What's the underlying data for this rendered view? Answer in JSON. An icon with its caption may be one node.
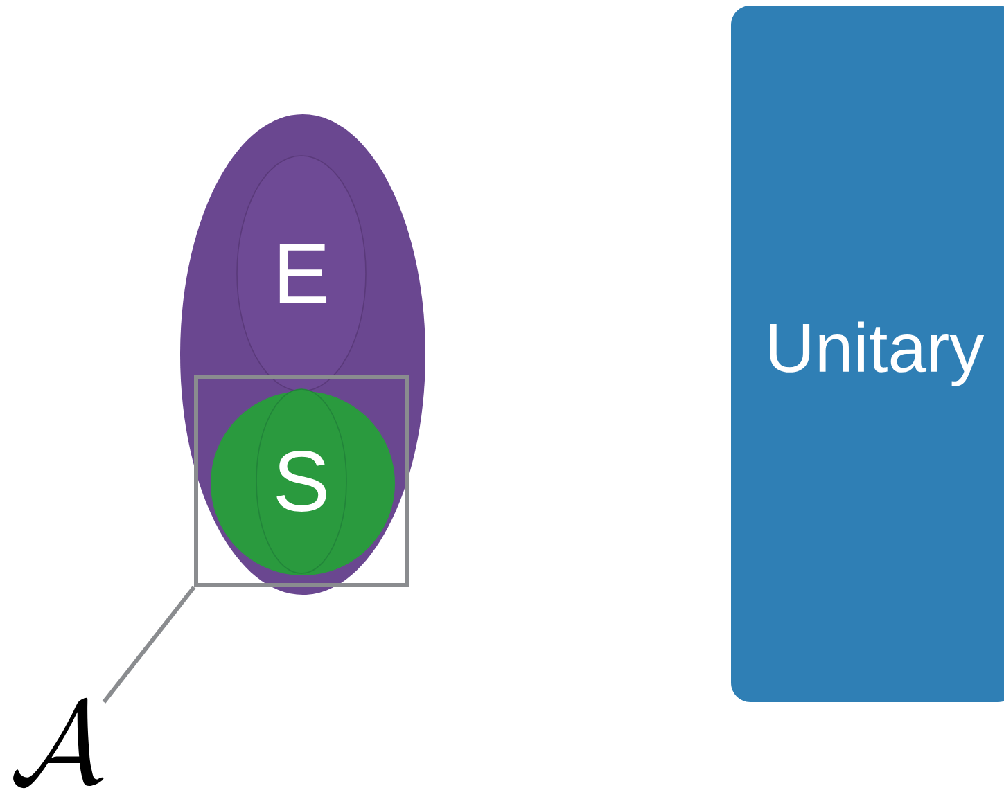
{
  "diagram": {
    "nodes": [
      {
        "text": [],
        "shape": "ellipse"
      },
      {
        "text": [
          "E"
        ],
        "in": 0
      },
      {
        "text": [],
        "shape": "box",
        "in": 0
      },
      {
        "text": [],
        "shape": "circle",
        "in": 2
      },
      {
        "text": [
          "S"
        ],
        "in": 3
      },
      {
        "text": [
          "\\mathcal{A}"
        ]
      },
      {
        "text": [
          "Unitary"
        ]
      }
    ],
    "edges": [
      {
        "from": 5,
        "to": 2,
        "arrow": "none"
      }
    ]
  }
}
